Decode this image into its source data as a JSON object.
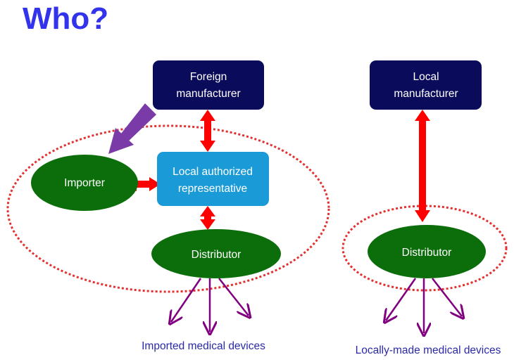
{
  "title": "Who?",
  "colors": {
    "title": "#3333ee",
    "manufacturer_box": "#0b0b5c",
    "representative_box": "#1a9ad6",
    "ellipse_green": "#0b6e0b",
    "double_arrow": "#ff0000",
    "purple_arrow": "#7a3aa8",
    "distribution_arrows": "#800080",
    "dotted_boundary": "#e53030",
    "caption": "#2a2aa8"
  },
  "imported": {
    "foreign_manufacturer": [
      "Foreign",
      "manufacturer"
    ],
    "importer": "Importer",
    "local_authorized_representative": [
      "Local authorized",
      "representative"
    ],
    "distributor": "Distributor",
    "caption": "Imported medical devices"
  },
  "local": {
    "local_manufacturer": [
      "Local",
      "manufacturer"
    ],
    "distributor": "Distributor",
    "caption": "Locally-made medical devices"
  }
}
